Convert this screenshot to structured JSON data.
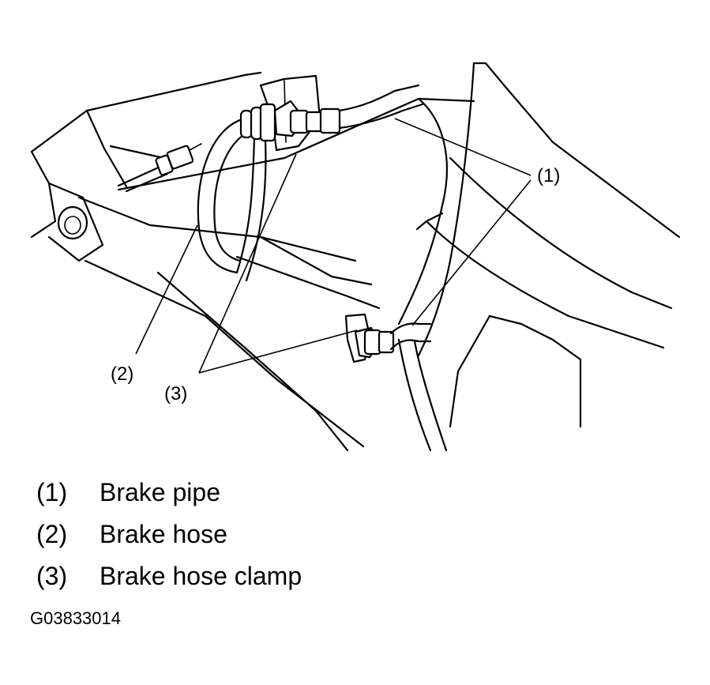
{
  "callouts": {
    "c1": "(1)",
    "c2": "(2)",
    "c3": "(3)"
  },
  "legend": [
    {
      "num": "(1)",
      "text": "Brake pipe"
    },
    {
      "num": "(2)",
      "text": "Brake hose"
    },
    {
      "num": "(3)",
      "text": "Brake hose clamp"
    }
  ],
  "figure_code": "G03833014"
}
